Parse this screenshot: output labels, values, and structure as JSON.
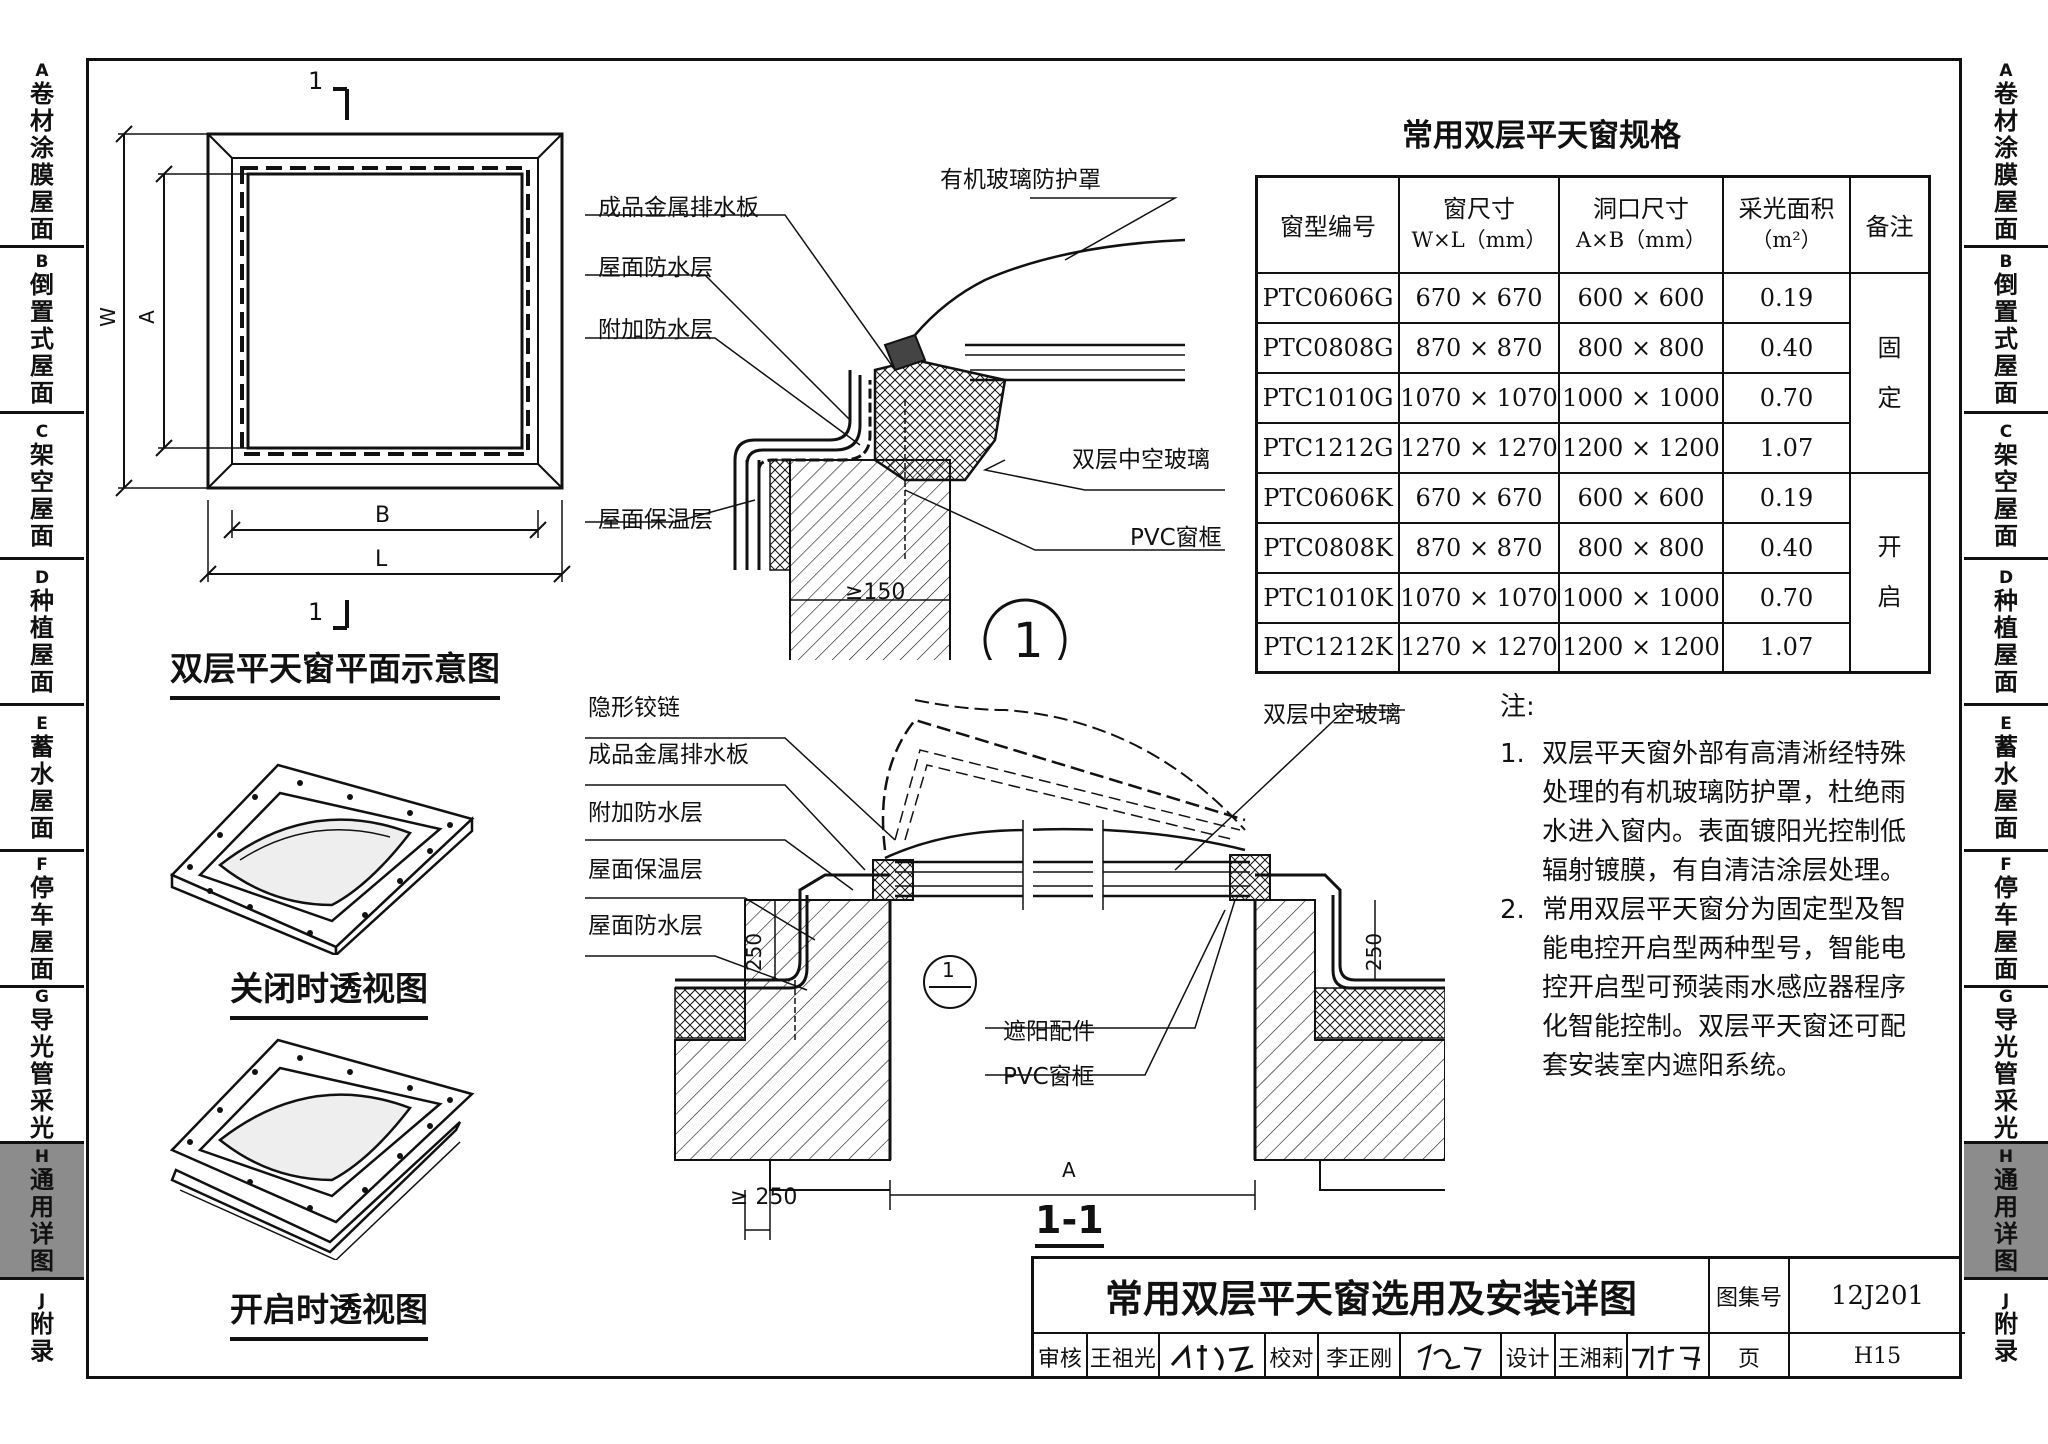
{
  "side_tabs": [
    {
      "letter": "A",
      "label": "卷材涂膜屋面"
    },
    {
      "letter": "B",
      "label": "倒置式屋面"
    },
    {
      "letter": "C",
      "label": "架空屋面"
    },
    {
      "letter": "D",
      "label": "种植屋面"
    },
    {
      "letter": "E",
      "label": "蓄水屋面"
    },
    {
      "letter": "F",
      "label": "停车屋面"
    },
    {
      "letter": "G",
      "label": "导光管采光"
    },
    {
      "letter": "H",
      "label": "通用详图"
    },
    {
      "letter": "J",
      "label": "附录"
    }
  ],
  "active_tab": "H",
  "plan": {
    "title": "双层平天窗平面示意图",
    "section_mark_top": "1",
    "section_mark_bottom": "1",
    "dim_W": "W",
    "dim_A": "A",
    "dim_B": "B",
    "dim_L": "L"
  },
  "closed_view_title": "关闭时透视图",
  "open_view_title": "开启时透视图",
  "detail1": {
    "callout": "1",
    "labels": {
      "drain": "成品金属排水板",
      "waterproof": "屋面防水层",
      "extra_waterproof": "附加防水层",
      "insulation": "屋面保温层",
      "cover": "有机玻璃防护罩",
      "glass": "双层中空玻璃",
      "frame": "PVC窗框"
    },
    "dim": "≥150"
  },
  "section": {
    "title": "1-1",
    "callout_num": "1",
    "labels": {
      "hinge": "隐形铰链",
      "drain": "成品金属排水板",
      "extra_waterproof": "附加防水层",
      "insulation": "屋面保温层",
      "waterproof": "屋面防水层",
      "glass": "双层中空玻璃",
      "shade": "遮阳配件",
      "frame": "PVC窗框"
    },
    "dim_left": "250",
    "dim_right": "250",
    "dim_A": "A",
    "dim_bottom": "≥ 250"
  },
  "table": {
    "title": "常用双层平天窗规格",
    "headers": [
      {
        "line1": "窗型编号",
        "line2": ""
      },
      {
        "line1": "窗尺寸",
        "line2": "W×L（mm）"
      },
      {
        "line1": "洞口尺寸",
        "line2": "A×B（mm）"
      },
      {
        "line1": "采光面积",
        "line2": "（m²）"
      },
      {
        "line1": "备注",
        "line2": ""
      }
    ],
    "rows": [
      [
        "PTC0606G",
        "670 × 670",
        "600 × 600",
        "0.19"
      ],
      [
        "PTC0808G",
        "870 × 870",
        "800 × 800",
        "0.40"
      ],
      [
        "PTC1010G",
        "1070 × 1070",
        "1000 × 1000",
        "0.70"
      ],
      [
        "PTC1212G",
        "1270 × 1270",
        "1200 × 1200",
        "1.07"
      ],
      [
        "PTC0606K",
        "670 × 670",
        "600 × 600",
        "0.19"
      ],
      [
        "PTC0808K",
        "870 × 870",
        "800 × 800",
        "0.40"
      ],
      [
        "PTC1010K",
        "1070 × 1070",
        "1000 × 1000",
        "0.70"
      ],
      [
        "PTC1212K",
        "1270 × 1270",
        "1200 × 1200",
        "1.07"
      ]
    ],
    "remark_fixed": "固定",
    "remark_open": "开启"
  },
  "notes": {
    "heading": "注:",
    "items": [
      {
        "num": "1.",
        "text": "双层平天窗外部有高清淅经特殊处理的有机玻璃防护罩，杜绝雨水进入窗内。表面镀阳光控制低辐射镀膜，有自清洁涂层处理。"
      },
      {
        "num": "2.",
        "text": "常用双层平天窗分为固定型及智能电控开启型两种型号，智能电控开启型可预装雨水感应器程序化智能控制。双层平天窗还可配套安装室内遮阳系统。"
      }
    ]
  },
  "title_block": {
    "title": "常用双层平天窗选用及安装详图",
    "atlas_label": "图集号",
    "atlas_no": "12J201",
    "page_label": "页",
    "page_no": "H15",
    "review_label": "审核",
    "reviewer": "王祖光",
    "check_label": "校对",
    "checker": "李正刚",
    "design_label": "设计",
    "designer": "王湘莉"
  }
}
